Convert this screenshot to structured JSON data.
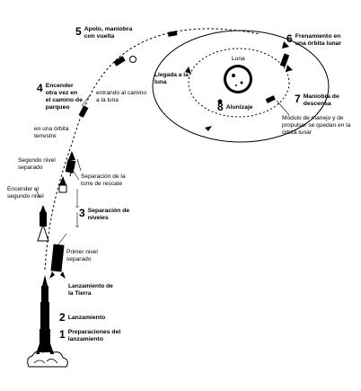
{
  "steps": [
    {
      "number": "1",
      "text": "Preparaciones del lanzamiento"
    },
    {
      "number": "2",
      "text": "Lanzamiento"
    },
    {
      "number": "3",
      "text": "Separación de niveles"
    },
    {
      "number": "4",
      "text": "Encender otra vez en el camino de parqueo"
    },
    {
      "number": "5",
      "text": "Apolo, maniobra con vuelta"
    },
    {
      "number": "6",
      "text": "Frenamiento en una órbita lunar"
    },
    {
      "number": "7",
      "text": "Maniobra de descensa"
    },
    {
      "number": "8",
      "text": "Alunizaje"
    }
  ],
  "labels": {
    "moon": "Luna",
    "arrival": "Llegada a la luna",
    "to_lunar_path": "entrando al camino a la luna",
    "earth_orbit": "en una órbita terrestre",
    "second_stage_separated": "Segundo nivel separado",
    "rescue_tower_separation": "Separación de la torre de rescate",
    "second_stage_ignite": "Encender el segundo nivel",
    "first_stage_separated": "Primer nivel separado",
    "earth_launch": "Lanzamiento de la Tierra",
    "module_remains": "Módulo de manejo y de propulsor se quedan en la órbita lunar"
  }
}
